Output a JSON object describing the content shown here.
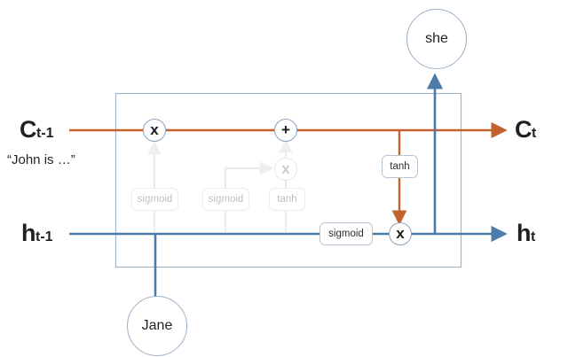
{
  "diagram": {
    "title": "LSTM cell unrolled step with example sentence",
    "colors": {
      "carry_orange": "#c2622f",
      "hidden_blue": "#4c7ba8",
      "faded_gray": "#bdbdbd",
      "cell_border": "#9cb3ca",
      "text_dark": "#231f20"
    },
    "inputs": {
      "cell_state_in": {
        "base": "C",
        "sub": "t-1"
      },
      "hidden_state_in": {
        "base": "h",
        "sub": "t-1"
      },
      "context_phrase": "“John is …”",
      "word_input": "Jane"
    },
    "outputs": {
      "cell_state_out": {
        "base": "C",
        "sub": "t"
      },
      "hidden_state_out": {
        "base": "h",
        "sub": "t"
      },
      "word_output": "she"
    },
    "operators": [
      {
        "name": "forget-multiply",
        "symbol": "x",
        "active": true
      },
      {
        "name": "input-multiply",
        "symbol": "x",
        "active": false
      },
      {
        "name": "state-add",
        "symbol": "+",
        "active": true
      },
      {
        "name": "output-multiply",
        "symbol": "x",
        "active": true
      }
    ],
    "gates": [
      {
        "name": "forget-gate",
        "label": "sigmoid",
        "active": false
      },
      {
        "name": "input-gate",
        "label": "sigmoid",
        "active": false
      },
      {
        "name": "candidate-gate",
        "label": "tanh",
        "active": false
      },
      {
        "name": "output-gate",
        "label": "sigmoid",
        "active": true
      },
      {
        "name": "cell-tanh",
        "label": "tanh",
        "active": true
      }
    ]
  }
}
